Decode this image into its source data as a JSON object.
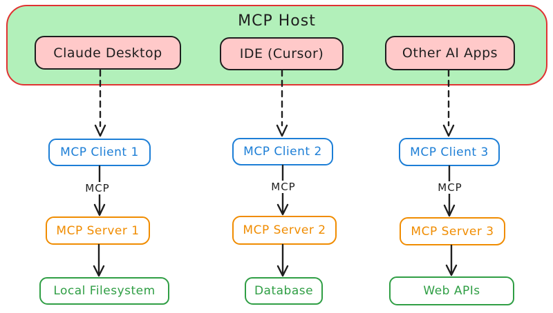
{
  "host": {
    "title": "MCP Host"
  },
  "columns": [
    {
      "app": "Claude Desktop",
      "client": "MCP Client 1",
      "protocol": "MCP",
      "server": "MCP Server 1",
      "resource": "Local Filesystem"
    },
    {
      "app": "IDE (Cursor)",
      "client": "MCP Client 2",
      "protocol": "MCP",
      "server": "MCP Server 2",
      "resource": "Database"
    },
    {
      "app": "Other AI Apps",
      "client": "MCP Client 3",
      "protocol": "MCP",
      "server": "MCP Server 3",
      "resource": "Web APIs"
    }
  ],
  "colors": {
    "background": "#ffffff",
    "ink": "#1e1e1e",
    "host_fill": "#b2f0ba",
    "host_border": "#e03131",
    "app_fill": "#ffc9c9",
    "app_border": "#1e1e1e",
    "client_color": "#1c7ed6",
    "server_color": "#f08c00",
    "resource_color": "#2f9e44"
  }
}
